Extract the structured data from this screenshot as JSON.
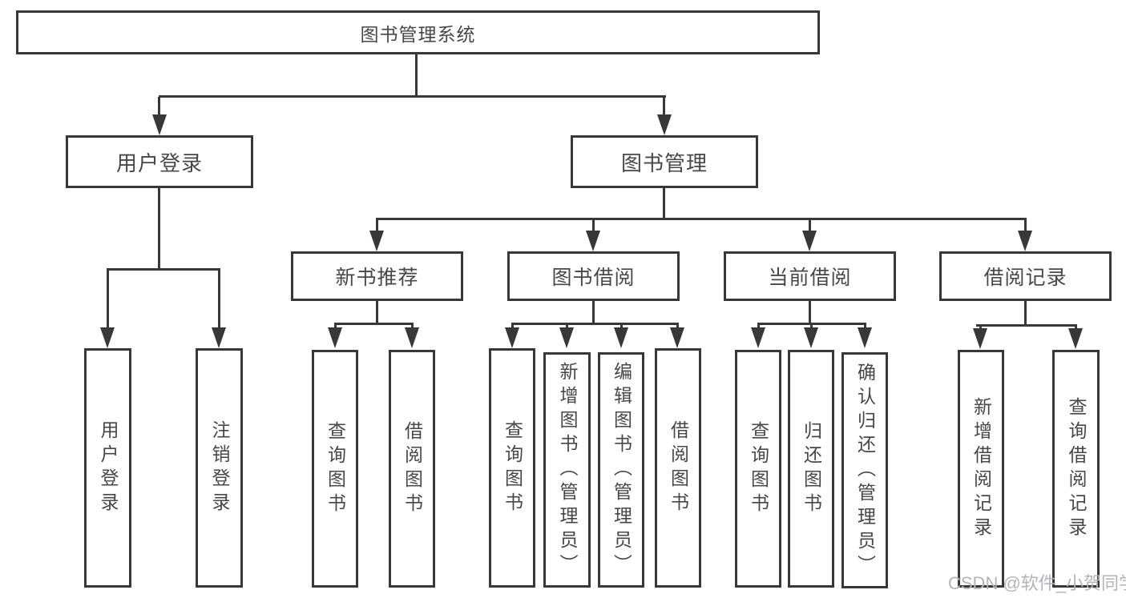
{
  "tree": {
    "label": "图书管理系统",
    "children": [
      {
        "label": "用户登录",
        "children": [
          {
            "label": "用户登录"
          },
          {
            "label": "注销登录"
          }
        ]
      },
      {
        "label": "图书管理",
        "children": [
          {
            "label": "新书推荐",
            "children": [
              {
                "label": "查询图书"
              },
              {
                "label": "借阅图书"
              }
            ]
          },
          {
            "label": "图书借阅",
            "children": [
              {
                "label": "查询图书"
              },
              {
                "label": "新增图书（管理员）"
              },
              {
                "label": "编辑图书（管理员）"
              },
              {
                "label": "借阅图书"
              }
            ]
          },
          {
            "label": "当前借阅",
            "children": [
              {
                "label": "查询图书"
              },
              {
                "label": "归还图书"
              },
              {
                "label": "确认归还（管理员）"
              }
            ]
          },
          {
            "label": "借阅记录",
            "children": [
              {
                "label": "新增借阅记录"
              },
              {
                "label": "查询借阅记录"
              }
            ]
          }
        ]
      }
    ]
  },
  "watermark": {
    "text": "CSDN @软件_小贺同学"
  },
  "colors": {
    "line": "#383838",
    "node_text": "#474747",
    "watermark_text": "#b3b3bc",
    "background": "#ffffff"
  }
}
